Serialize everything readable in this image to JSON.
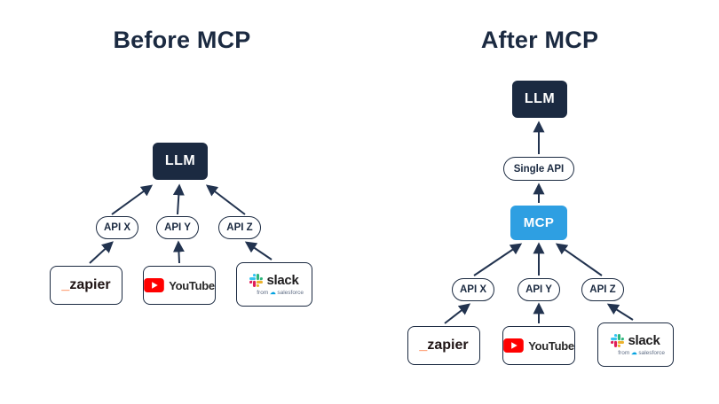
{
  "colors": {
    "navy": "#1b2a41",
    "blue": "#2e9fe2",
    "arrow": "#22334f",
    "zapier_orange": "#ff4f00",
    "youtube_red": "#ff0000"
  },
  "left": {
    "title": "Before MCP",
    "llm": "LLM",
    "apis": [
      "API X",
      "API Y",
      "API Z"
    ]
  },
  "right": {
    "title": "After MCP",
    "llm": "LLM",
    "single_api": "Single API",
    "mcp": "MCP",
    "apis": [
      "API X",
      "API Y",
      "API Z"
    ]
  },
  "logos": {
    "zapier": {
      "prefix": "_",
      "text": "zapier"
    },
    "youtube": {
      "text": "YouTube"
    },
    "slack": {
      "text": "slack",
      "sub_prefix": "from",
      "sub": "salesforce"
    }
  }
}
